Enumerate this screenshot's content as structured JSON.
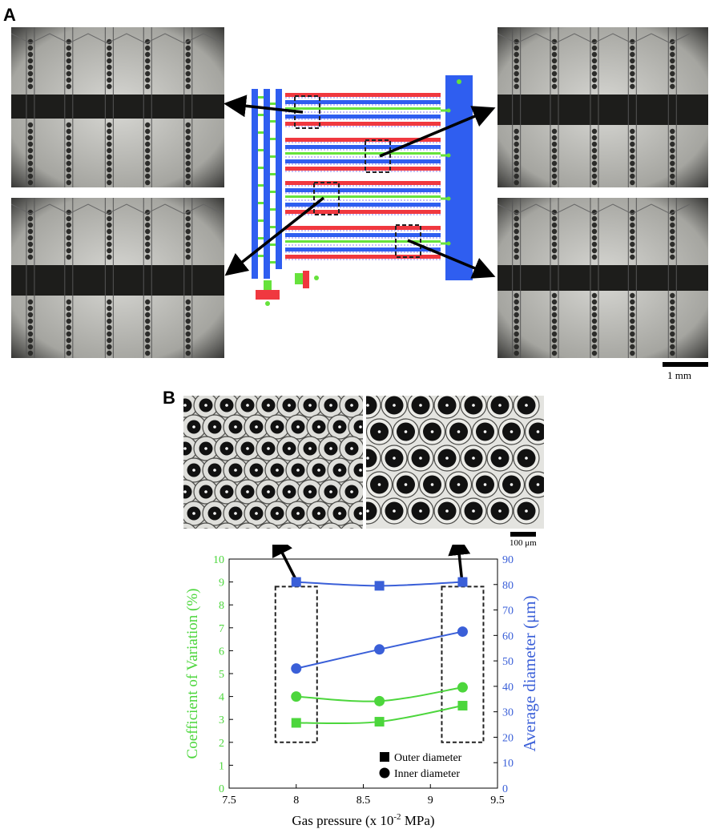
{
  "panels": {
    "a_label": "A",
    "b_label": "B"
  },
  "panel_a": {
    "scale_bar_label": "1 mm"
  },
  "panel_b": {
    "scale_bar_label": "100 μm"
  },
  "colors": {
    "green": "#4cd63c",
    "blue": "#3a5fd8",
    "device_blue": "#2f5ef0",
    "device_red": "#f0383f",
    "device_green": "#66e23c"
  },
  "chart_data": {
    "type": "line",
    "xlabel_parts": [
      "Gas pressure (x 10",
      "-2",
      " MPa)"
    ],
    "ylabel_left": "Coefficient of Variation (%)",
    "ylabel_right": "Average diameter (μm)",
    "xlim": [
      7.5,
      9.5
    ],
    "xticks": [
      "7.5",
      "8",
      "8.5",
      "9",
      "9.5"
    ],
    "ylim_left": [
      0,
      10
    ],
    "yticks_left": [
      "0",
      "1",
      "2",
      "3",
      "4",
      "5",
      "6",
      "7",
      "8",
      "9",
      "10"
    ],
    "ylim_right": [
      0,
      90
    ],
    "yticks_right": [
      "0",
      "10",
      "20",
      "30",
      "40",
      "50",
      "60",
      "70",
      "80",
      "90"
    ],
    "x": [
      8.0,
      8.62,
      9.24
    ],
    "series": [
      {
        "name": "Outer diameter",
        "axis": "right",
        "metric": "average_diameter",
        "marker": "square",
        "color": "#3a5fd8",
        "values": [
          81,
          79.5,
          81
        ]
      },
      {
        "name": "Inner diameter",
        "axis": "right",
        "metric": "average_diameter",
        "marker": "circle",
        "color": "#3a5fd8",
        "values": [
          47,
          54.5,
          61.5
        ]
      },
      {
        "name": "Inner diameter",
        "axis": "left",
        "metric": "coefficient_of_variation",
        "marker": "circle",
        "color": "#4cd63c",
        "values": [
          4.0,
          3.8,
          4.4
        ]
      },
      {
        "name": "Outer diameter",
        "axis": "left",
        "metric": "coefficient_of_variation",
        "marker": "square",
        "color": "#4cd63c",
        "values": [
          2.85,
          2.9,
          3.6
        ]
      }
    ],
    "legend": {
      "placement": "bottom-right",
      "entries": [
        {
          "label": "Outer diameter",
          "marker": "square"
        },
        {
          "label": "Inner diameter",
          "marker": "circle"
        }
      ]
    },
    "highlight_x": [
      8.0,
      9.24
    ]
  }
}
